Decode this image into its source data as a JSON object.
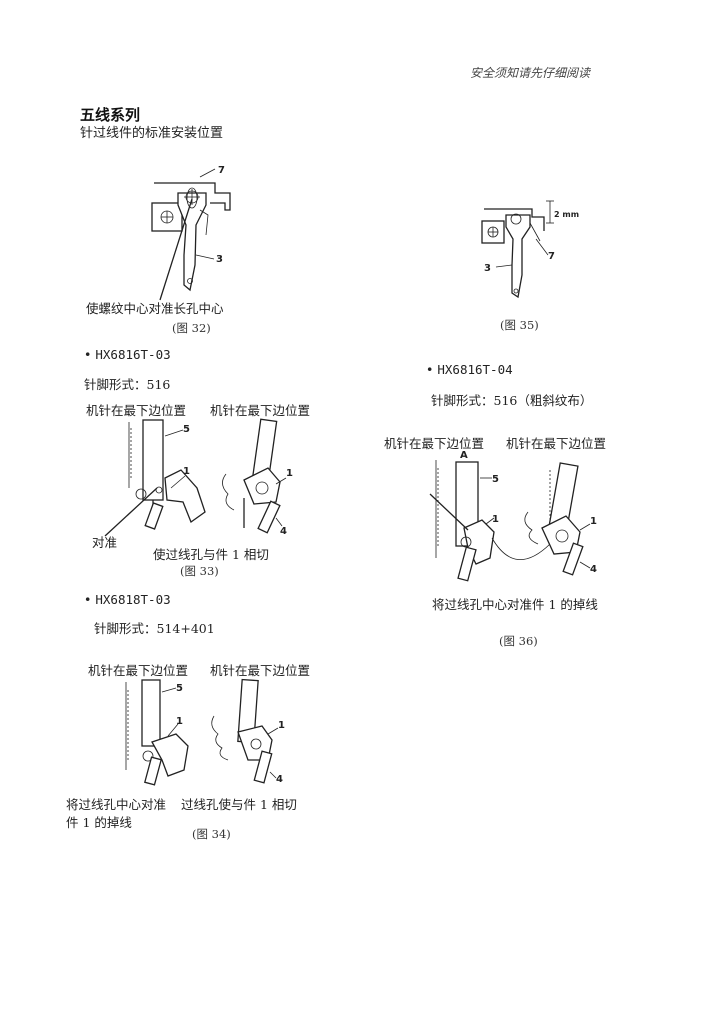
{
  "header": {
    "note": "安全须知请先仔细阅读"
  },
  "section": {
    "title": "五线系列",
    "subtitle": "针过线件的标准安装位置"
  },
  "fig32": {
    "callout": "使螺纹中心对准长孔中心",
    "caption": "(图 32)",
    "labels": [
      "7",
      "3"
    ]
  },
  "fig35": {
    "caption": "(图 35)",
    "labels": [
      "2 mm",
      "7",
      "3"
    ]
  },
  "block33": {
    "model": "HX6816T-03",
    "foot": "针脚形式：516",
    "left_label": "机针在最下边位置",
    "right_label": "机针在最下边位置",
    "align_label": "对准",
    "cut_label": "使过线孔与件 1 相切",
    "caption": "(图 33)",
    "part_labels": [
      "5",
      "1",
      "1",
      "4"
    ]
  },
  "block34": {
    "model": "HX6818T-03",
    "foot": "针脚形式：514+401",
    "left_label": "机针在最下边位置",
    "right_label": "机针在最下边位置",
    "align_label_1": "将过线孔中心对准",
    "align_label_2": "件 1 的掉线",
    "cut_label": "过线孔使与件 1 相切",
    "caption": "(图 34)",
    "part_labels": [
      "5",
      "1",
      "1",
      "4"
    ]
  },
  "block36": {
    "model": "HX6816T-04",
    "foot": "针脚形式：516（粗斜纹布）",
    "left_label": "机针在最下边位置",
    "right_label": "机针在最下边位置",
    "align_label": "将过线孔中心对准件 1 的掉线",
    "caption": "(图 36)",
    "part_labels": [
      "A",
      "5",
      "1",
      "1",
      "4"
    ]
  }
}
